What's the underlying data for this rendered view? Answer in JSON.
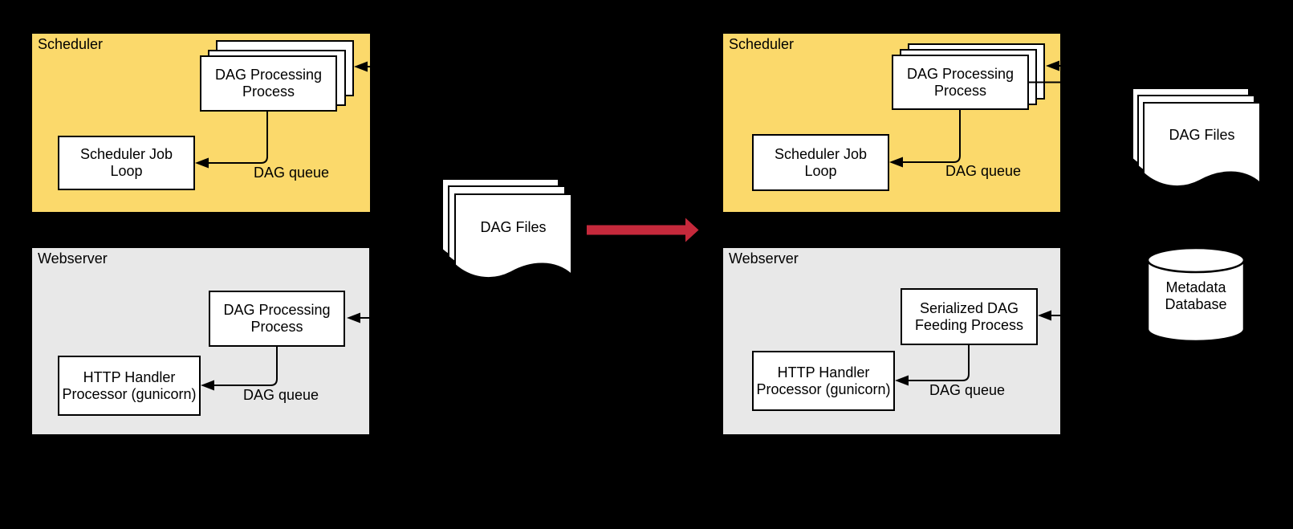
{
  "colors": {
    "background": "#000000",
    "scheduler_panel_yellow": "#FBD96B",
    "webserver_panel_gray": "#E8E8E8",
    "transition_arrow_red": "#C5293B",
    "connector_black": "#000000"
  },
  "before": {
    "scheduler": {
      "title": "Scheduler",
      "dag_processing": {
        "line1": "DAG Processing",
        "line2": "Process"
      },
      "job_loop": {
        "line1": "Scheduler Job",
        "line2": "Loop"
      },
      "queue_label": "DAG queue"
    },
    "webserver": {
      "title": "Webserver",
      "dag_processing": {
        "line1": "DAG Processing",
        "line2": "Process"
      },
      "http_handler": {
        "line1": "HTTP Handler",
        "line2": "Processor (gunicorn)"
      },
      "queue_label": "DAG queue"
    },
    "dag_files_label": "DAG Files"
  },
  "after": {
    "scheduler": {
      "title": "Scheduler",
      "dag_processing": {
        "line1": "DAG Processing",
        "line2": "Process"
      },
      "job_loop": {
        "line1": "Scheduler Job",
        "line2": "Loop"
      },
      "queue_label": "DAG queue"
    },
    "webserver": {
      "title": "Webserver",
      "feeding_process": {
        "line1": "Serialized DAG",
        "line2": "Feeding Process"
      },
      "http_handler": {
        "line1": "HTTP Handler",
        "line2": "Processor (gunicorn)"
      },
      "queue_label": "DAG queue"
    },
    "dag_files_label": "DAG Files",
    "metadata_db": {
      "line1": "Metadata",
      "line2": "Database"
    }
  }
}
